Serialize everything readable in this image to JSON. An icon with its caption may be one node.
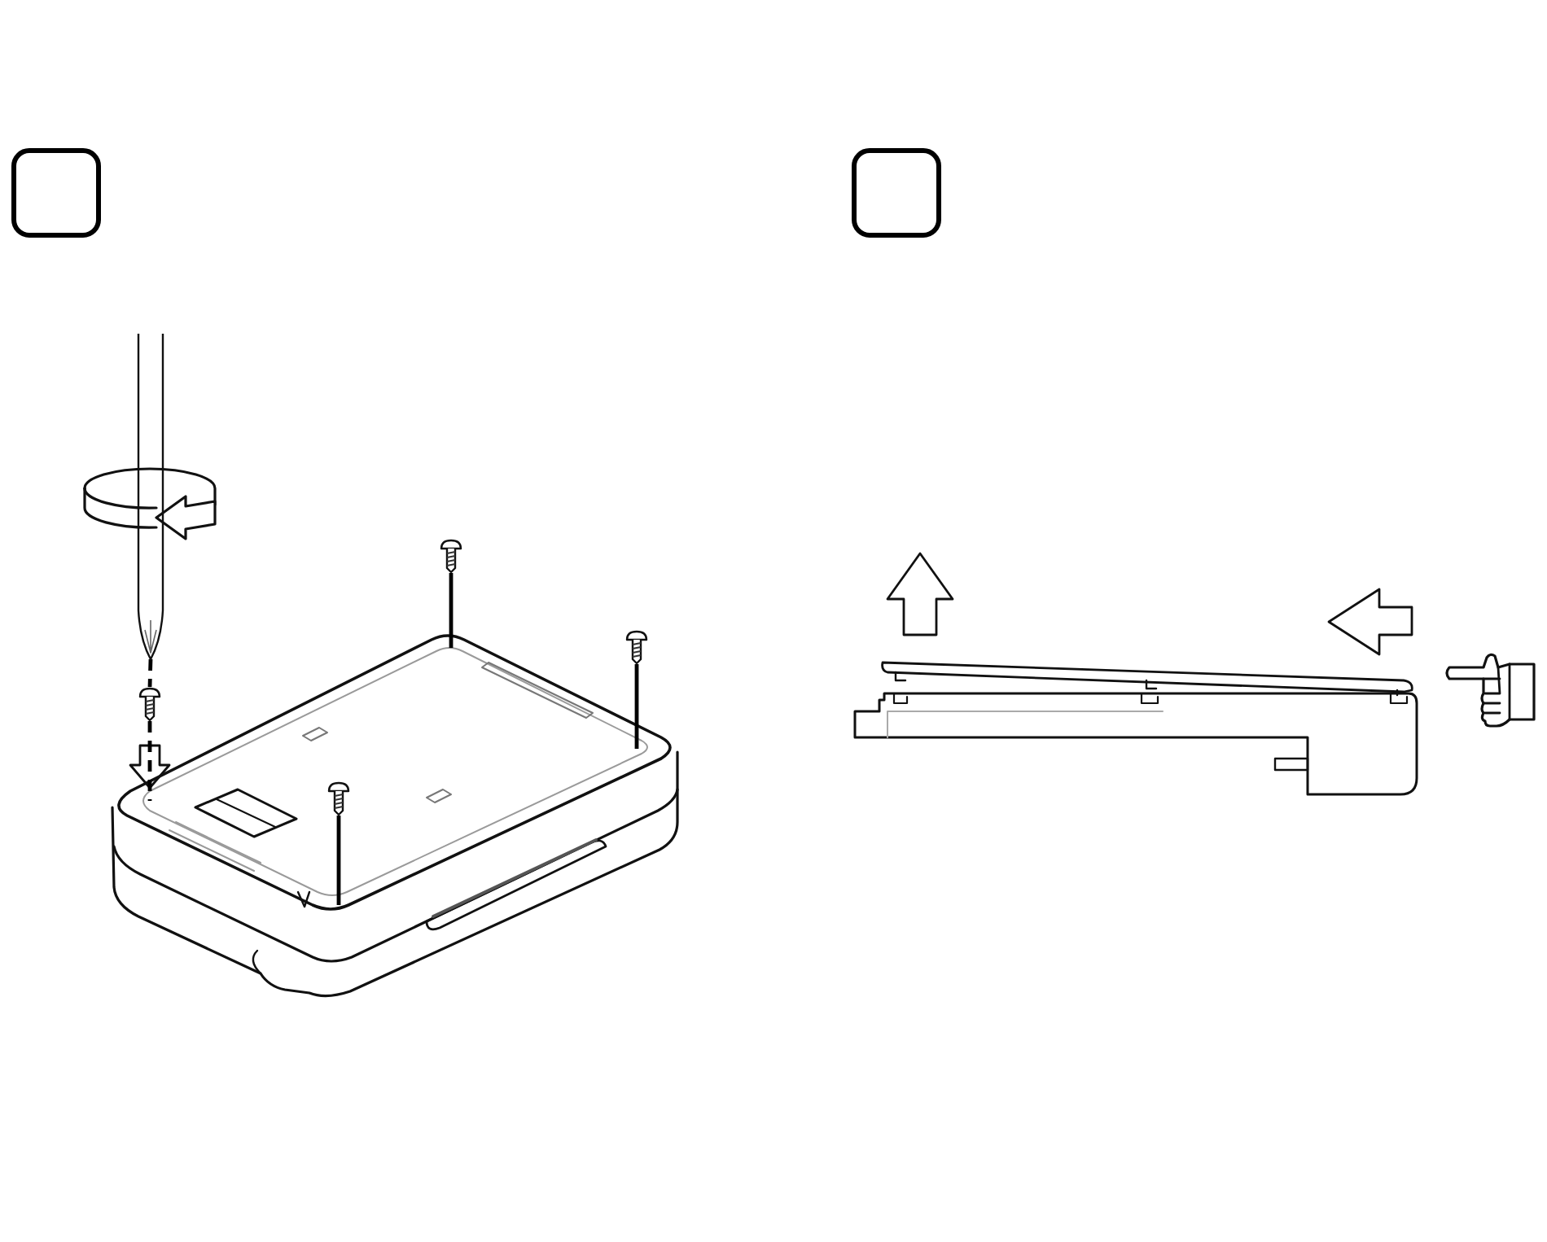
{
  "diagram": {
    "nodes": [
      {
        "text": [],
        "shape": "box"
      },
      {
        "text": [],
        "shape": "box"
      },
      {
        "text": [],
        "shape": "picture"
      },
      {
        "text": [],
        "shape": "picture"
      },
      {
        "text": [],
        "shape": "picture"
      },
      {
        "text": [],
        "shape": "picture"
      },
      {
        "text": [],
        "shape": "picture"
      }
    ],
    "edges": [
      {
        "from": 2,
        "to": 3,
        "arrow": "none",
        "style": "dashed"
      },
      {
        "from": 3,
        "to": null,
        "arrow": "none",
        "style": "dashed"
      },
      {
        "from": 4,
        "to": null,
        "arrow": "none"
      },
      {
        "from": 5,
        "to": null,
        "arrow": "none"
      },
      {
        "from": 6,
        "to": null,
        "arrow": "none"
      }
    ]
  }
}
